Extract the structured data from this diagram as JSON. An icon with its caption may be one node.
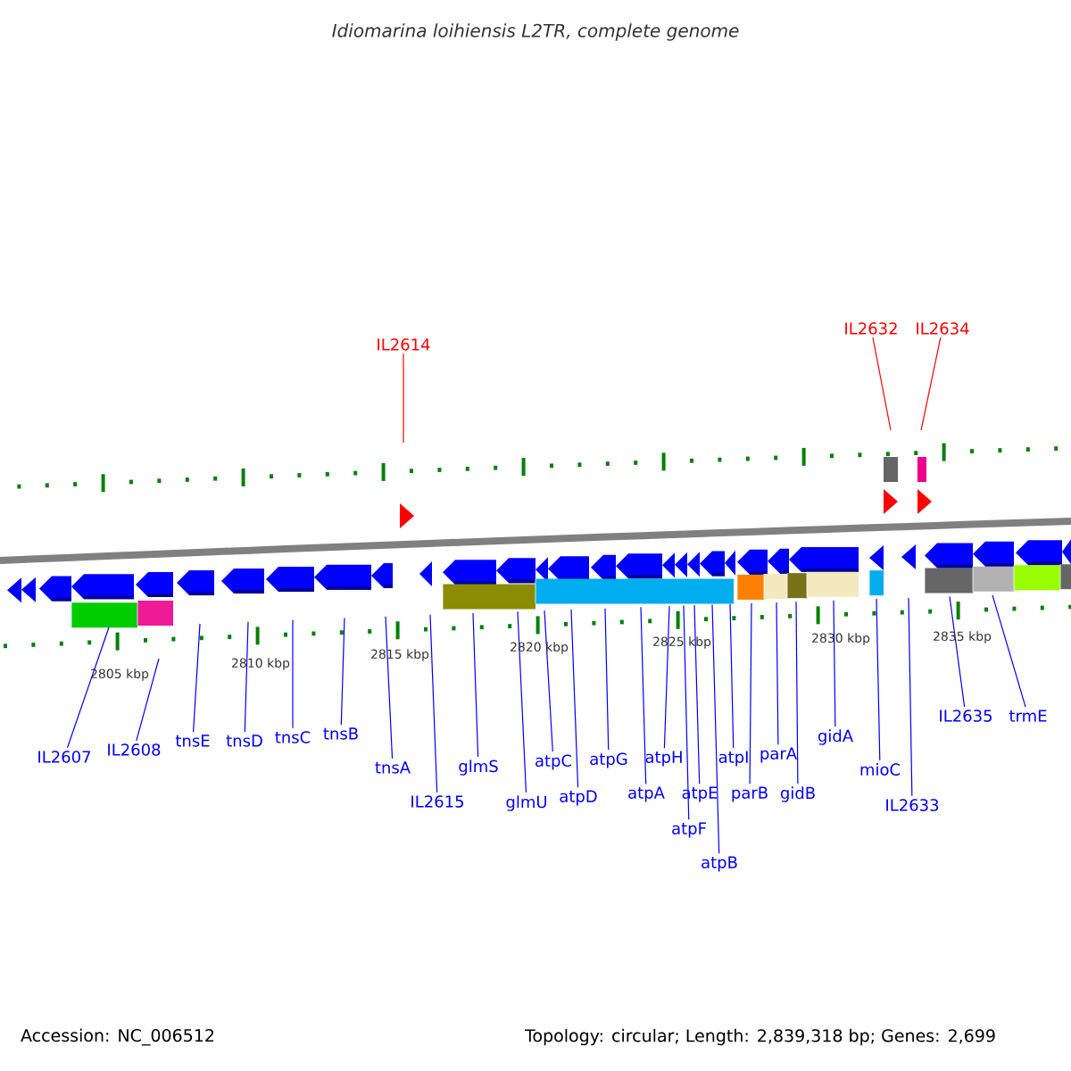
{
  "diagram": {
    "title": "Idiomarina loihiensis L2TR, complete genome",
    "nodes": [
      {
        "text": [
          "IL2614"
        ]
      },
      {
        "text": [
          "IL2632"
        ]
      },
      {
        "text": [
          "IL2634"
        ]
      },
      {
        "text": [
          "IL2607"
        ]
      },
      {
        "text": [
          "IL2608"
        ]
      },
      {
        "text": [
          "tnsE"
        ]
      },
      {
        "text": [
          "tnsD"
        ]
      },
      {
        "text": [
          "tnsC"
        ]
      },
      {
        "text": [
          "tnsB"
        ]
      },
      {
        "text": [
          "tnsA"
        ]
      },
      {
        "text": [
          "IL2615"
        ]
      },
      {
        "text": [
          "glmS"
        ]
      },
      {
        "text": [
          "glmU"
        ]
      },
      {
        "text": [
          "atpC"
        ]
      },
      {
        "text": [
          "atpD"
        ]
      },
      {
        "text": [
          "atpG"
        ]
      },
      {
        "text": [
          "atpA"
        ]
      },
      {
        "text": [
          "atpH"
        ]
      },
      {
        "text": [
          "atpF"
        ]
      },
      {
        "text": [
          "atpE"
        ]
      },
      {
        "text": [
          "atpB"
        ]
      },
      {
        "text": [
          "atpI"
        ]
      },
      {
        "text": [
          "parB"
        ]
      },
      {
        "text": [
          "parA"
        ]
      },
      {
        "text": [
          "gidB"
        ]
      },
      {
        "text": [
          "gidA"
        ]
      },
      {
        "text": [
          "mioC"
        ]
      },
      {
        "text": [
          "IL2633"
        ]
      },
      {
        "text": [
          "IL2635"
        ]
      },
      {
        "text": [
          "trmE"
        ]
      }
    ],
    "edges": [
      {
        "from": 0,
        "to": null,
        "arrow": "none",
        "color": "#ff0000"
      },
      {
        "from": 1,
        "to": null,
        "arrow": "none",
        "color": "#ff0000"
      },
      {
        "from": 2,
        "to": null,
        "arrow": "none",
        "color": "#ff0000"
      },
      {
        "from": 3,
        "to": null,
        "arrow": "none"
      },
      {
        "from": 4,
        "to": null,
        "arrow": "none"
      },
      {
        "from": 5,
        "to": null,
        "arrow": "none"
      },
      {
        "from": 6,
        "to": null,
        "arrow": "none"
      },
      {
        "from": 7,
        "to": null,
        "arrow": "none"
      },
      {
        "from": 8,
        "to": null,
        "arrow": "none"
      },
      {
        "from": 9,
        "to": null,
        "arrow": "none"
      },
      {
        "from": 10,
        "to": null,
        "arrow": "none"
      },
      {
        "from": 11,
        "to": null,
        "arrow": "none"
      },
      {
        "from": 12,
        "to": null,
        "arrow": "none"
      },
      {
        "from": 13,
        "to": null,
        "arrow": "none"
      },
      {
        "from": 14,
        "to": null,
        "arrow": "none"
      },
      {
        "from": 15,
        "to": null,
        "arrow": "none"
      },
      {
        "from": 16,
        "to": null,
        "arrow": "none"
      },
      {
        "from": 17,
        "to": null,
        "arrow": "none"
      },
      {
        "from": 18,
        "to": null,
        "arrow": "none"
      },
      {
        "from": 19,
        "to": null,
        "arrow": "none"
      },
      {
        "from": 20,
        "to": null,
        "arrow": "none"
      },
      {
        "from": 21,
        "to": null,
        "arrow": "none"
      },
      {
        "from": 22,
        "to": null,
        "arrow": "none"
      },
      {
        "from": 23,
        "to": null,
        "arrow": "none"
      },
      {
        "from": 24,
        "to": null,
        "arrow": "none"
      },
      {
        "from": 25,
        "to": null,
        "arrow": "none"
      },
      {
        "from": 26,
        "to": null,
        "arrow": "none"
      },
      {
        "from": 27,
        "to": null,
        "arrow": "none"
      },
      {
        "from": 28,
        "to": null,
        "arrow": "none"
      },
      {
        "from": 29,
        "to": null,
        "arrow": "none"
      }
    ],
    "labels": [
      "2805 kbp",
      "2810 kbp",
      "2815 kbp",
      "2820 kbp",
      "2825 kbp",
      "2830 kbp",
      "2835 kbp",
      "Accession: NC_006512",
      "Topology: circular; Length: 2,839,318 bp; Genes: 2,699"
    ]
  }
}
